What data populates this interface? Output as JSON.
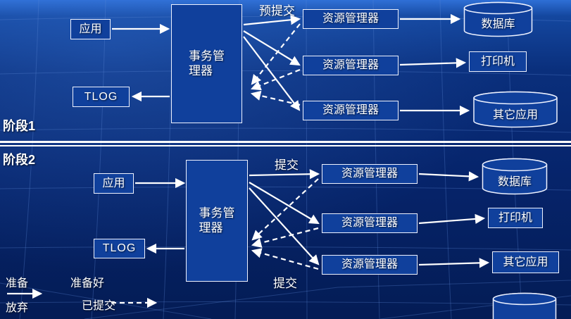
{
  "slide": {
    "phase1": {
      "label": "阶段1",
      "app": "应用",
      "transaction_manager": "事务管\n理器",
      "tlog": "TLOG",
      "arrow_label": "预提交",
      "resource_managers": [
        "资源管理器",
        "资源管理器",
        "资源管理器"
      ],
      "database": "数据库",
      "printer": "打印机",
      "other_app": "其它应用"
    },
    "phase2": {
      "label": "阶段2",
      "app": "应用",
      "transaction_manager": "事务管\n理器",
      "tlog": "TLOG",
      "arrow_label_top": "提交",
      "arrow_label_bottom": "提交",
      "resource_managers": [
        "资源管理器",
        "资源管理器",
        "资源管理器"
      ],
      "database": "数据库",
      "printer": "打印机",
      "other_app": "其它应用"
    },
    "legend": {
      "solid_arrow_labels": {
        "top": "准备",
        "bottom": "放弃"
      },
      "dashed_arrow_labels": {
        "top": "准备好",
        "bottom": "已提交"
      }
    },
    "colors": {
      "background_top": "#2e6fd6",
      "background_bottom": "#041c55",
      "box_fill": "#10409c",
      "box_border": "#eef2ff",
      "text": "#ffffff",
      "arrow": "#ffffff",
      "grid_line": "#5e8ad8"
    }
  }
}
